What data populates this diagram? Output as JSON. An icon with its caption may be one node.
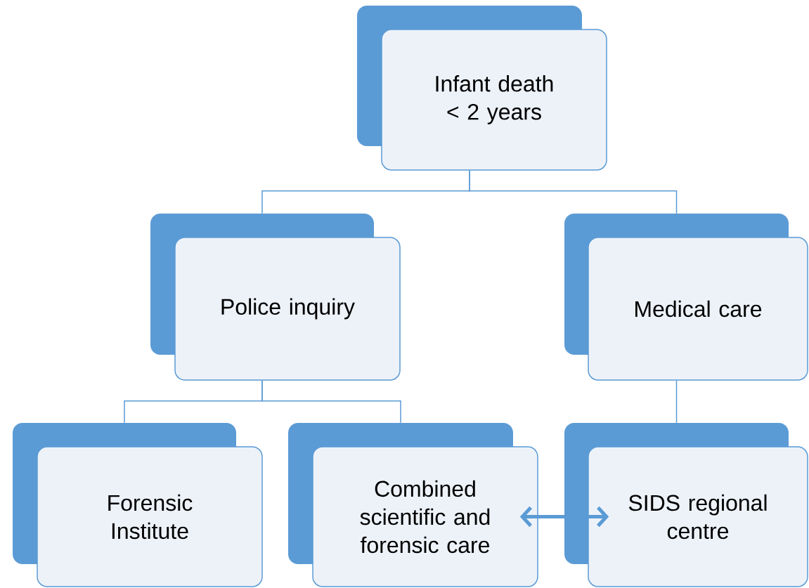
{
  "diagram": {
    "nodes": [
      {
        "text": [
          "Infant death < 2 years"
        ]
      },
      {
        "text": [
          "Police inquiry"
        ]
      },
      {
        "text": [
          "Medical care"
        ]
      },
      {
        "text": [
          "Forensic Institute"
        ]
      },
      {
        "text": [
          "Combined scientific and forensic care"
        ]
      },
      {
        "text": [
          "SIDS regional centre"
        ]
      }
    ],
    "edges": [
      {
        "from": 0,
        "to": 1,
        "arrow": "none"
      },
      {
        "from": 0,
        "to": 2,
        "arrow": "none"
      },
      {
        "from": 1,
        "to": 3,
        "arrow": "none"
      },
      {
        "from": 1,
        "to": 4,
        "arrow": "none"
      },
      {
        "from": 2,
        "to": 5,
        "arrow": "none"
      },
      {
        "from": 4,
        "to": 5,
        "arrow": "both",
        "style": "thick"
      }
    ]
  }
}
